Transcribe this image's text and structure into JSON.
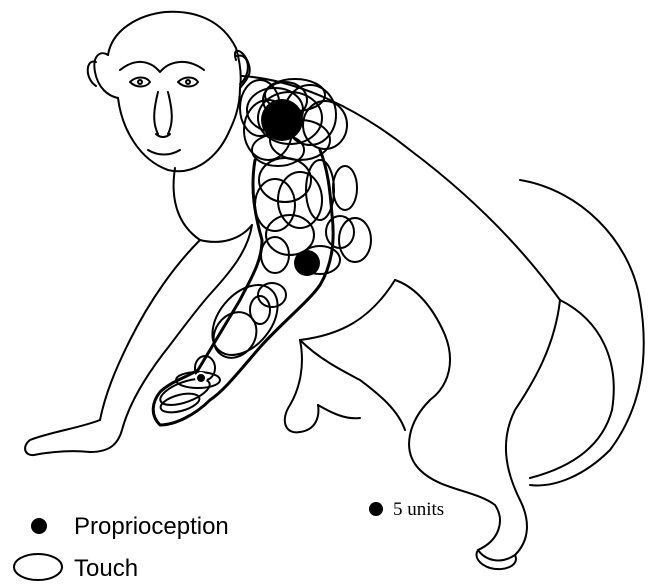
{
  "figure": {
    "scale_note": "5 units",
    "legend": [
      {
        "marker": "filled-dot",
        "label": "Proprioception"
      },
      {
        "marker": "ellipse-outline",
        "label": "Touch"
      }
    ]
  },
  "colors": {
    "line": "#000000",
    "background": "#ffffff"
  }
}
